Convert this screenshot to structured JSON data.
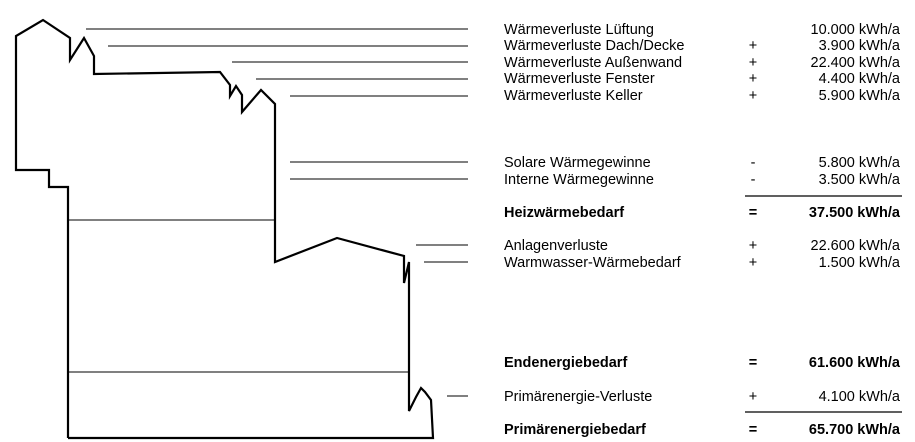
{
  "rows": [
    {
      "label": "Wärmeverluste Lüftung",
      "op": "",
      "value": "10.000 kWh/a"
    },
    {
      "label": "Wärmeverluste Dach/Decke",
      "op": "+",
      "value": "3.900 kWh/a"
    },
    {
      "label": "Wärmeverluste Außenwand",
      "op": "+",
      "value": "22.400 kWh/a"
    },
    {
      "label": "Wärmeverluste Fenster",
      "op": "+",
      "value": "4.400 kWh/a"
    },
    {
      "label": "Wärmeverluste Keller",
      "op": "+",
      "value": "5.900 kWh/a"
    },
    {
      "label": "Solare Wärmegewinne",
      "op": "-",
      "value": "5.800 kWh/a"
    },
    {
      "label": "Interne Wärmegewinne",
      "op": "-",
      "value": "3.500 kWh/a"
    },
    {
      "label": "Heizwärmebedarf",
      "op": "=",
      "value": "37.500 kWh/a"
    },
    {
      "label": "Anlagenverluste",
      "op": "+",
      "value": "22.600 kWh/a"
    },
    {
      "label": "Warmwasser-Wärmebedarf",
      "op": "+",
      "value": "1.500 kWh/a"
    },
    {
      "label": "Endenergiebedarf",
      "op": "=",
      "value": "61.600 kWh/a"
    },
    {
      "label": "Primärenergie-Verluste",
      "op": "+",
      "value": "4.100 kWh/a"
    },
    {
      "label": "Primärenergiebedarf",
      "op": "=",
      "value": "65.700 kWh/a"
    }
  ]
}
